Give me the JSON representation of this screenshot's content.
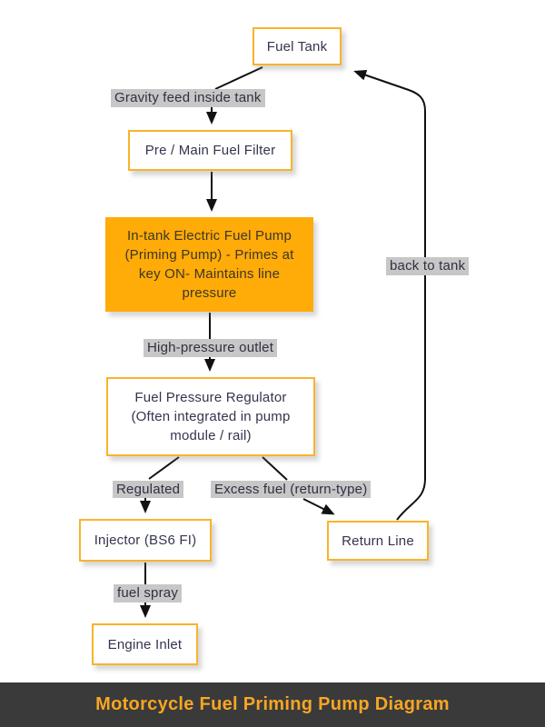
{
  "diagram": {
    "nodes": {
      "fuel_tank": "Fuel Tank",
      "fuel_filter": "Pre / Main Fuel Filter",
      "pump": "In-tank Electric Fuel Pump (Priming Pump) - Primes at key ON- Maintains line pressure",
      "regulator": "Fuel Pressure Regulator (Often integrated in pump module / rail)",
      "injector": "Injector (BS6 FI)",
      "return_line": "Return Line",
      "engine_inlet": "Engine Inlet"
    },
    "edge_labels": {
      "gravity": "Gravity feed inside tank",
      "hp_outlet": "High-pressure outlet",
      "regulated": "Regulated",
      "excess": "Excess fuel (return-type)",
      "back_to_tank": "back to tank",
      "fuel_spray": "fuel spray"
    },
    "colors": {
      "node_border": "#F9B32B",
      "pump_fill": "#FFAB08",
      "edge_label_bg": "#C7C7C7",
      "node_text": "#33354F",
      "connector_line": "#111111"
    }
  },
  "footer": {
    "title": "Motorcycle Fuel Priming Pump Diagram",
    "bg": "#3A3A3A",
    "text_color": "#F6A623"
  }
}
